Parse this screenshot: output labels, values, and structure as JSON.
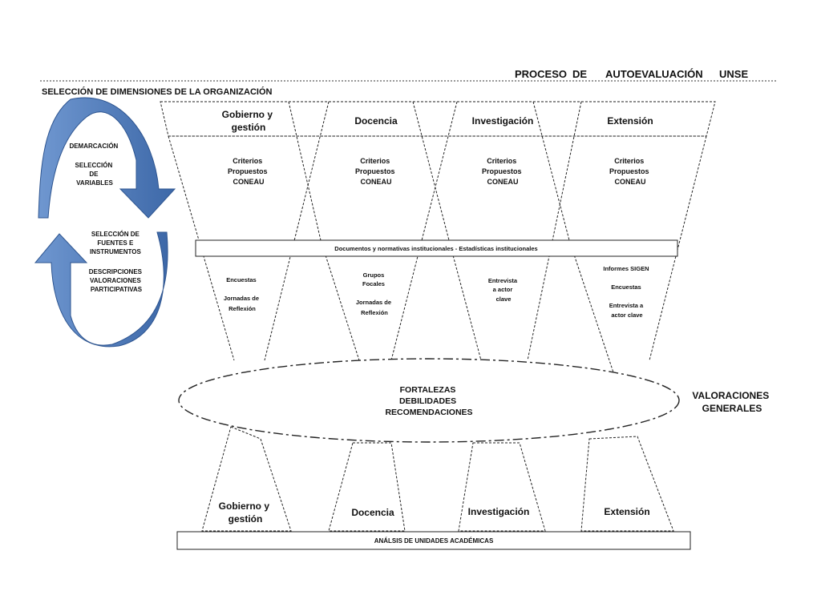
{
  "header": {
    "title_word1": "PROCESO",
    "title_word2": "DE",
    "title_word3": "AUTOEVALUACIÓN",
    "title_word4": "UNSE",
    "section_title": "SELECCIÓN  DE DIMENSIONES  DE LA ORGANIZACIÓN"
  },
  "cycle": {
    "top_labels": [
      "DEMARCACIÓN",
      "SELECCIÓN",
      "DE",
      "VARIABLES"
    ],
    "bottom_labels": [
      "SELECCIÓN  DE",
      "FUENTES E",
      "INSTRUMENTOS",
      "DESCRIPCIONES",
      "VALORACIONES",
      "PARTICIPATIVAS"
    ]
  },
  "dimensions": [
    {
      "name_line1": "Gobierno y",
      "name_line2": "gestión"
    },
    {
      "name_line1": "Docencia",
      "name_line2": ""
    },
    {
      "name_line1": "Investigación",
      "name_line2": ""
    },
    {
      "name_line1": "Extensión",
      "name_line2": ""
    }
  ],
  "criteria": [
    "Criterios",
    "Propuestos",
    "CONEAU"
  ],
  "documents_bar": "Documentos  y  normativas  institucionales  - Estadísticas  institucionales",
  "instruments": [
    [
      "Encuestas",
      "",
      "Jornadas de",
      "Reflexión"
    ],
    [
      "Grupos",
      "Focales",
      "",
      "Jornadas de",
      "Reflexión"
    ],
    [
      "Entrevista",
      "a actor",
      "clave"
    ],
    [
      "Informes SIGEN",
      "",
      "Encuestas",
      "",
      "Entrevista a",
      "actor clave"
    ]
  ],
  "results": [
    "FORTALEZAS",
    "DEBILIDADES",
    "RECOMENDACIONES"
  ],
  "general_valuations": [
    "VALORACIONES",
    "GENERALES"
  ],
  "bottom_dimensions": [
    {
      "name_line1": "Gobierno y",
      "name_line2": "gestión"
    },
    {
      "name_line1": "Docencia",
      "name_line2": ""
    },
    {
      "name_line1": "Investigación",
      "name_line2": ""
    },
    {
      "name_line1": "Extensión",
      "name_line2": ""
    }
  ],
  "units_bar": "ANÁLSIS  DE UNIDADES ACADÉMICAS",
  "colors": {
    "arrow_blue": "#4a78b8",
    "arrow_dark": "#2e5590"
  }
}
